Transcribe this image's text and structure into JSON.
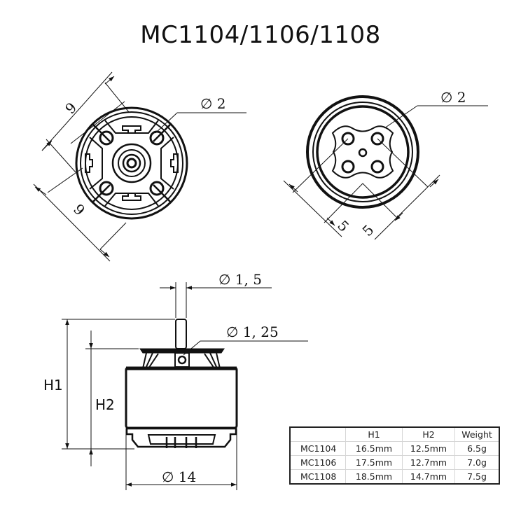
{
  "title": "MC1104/1106/1108",
  "bottom_view": {
    "dim_top": "9",
    "dim_bottom": "9",
    "hole_label": "∅ 2"
  },
  "top_view": {
    "hole_label": "∅ 2",
    "dim_left": "5",
    "dim_right": "5"
  },
  "side_view": {
    "shaft_label": "∅ 1, 5",
    "screw_label": "∅ 1, 25",
    "body_label": "∅ 14",
    "h1_label": "H1",
    "h2_label": "H2"
  },
  "spec_table": {
    "headers": [
      "",
      "H1",
      "H2",
      "Weight"
    ],
    "rows": [
      {
        "model": "MC1104",
        "h1": "16.5mm",
        "h2": "12.5mm",
        "weight": "6.5g"
      },
      {
        "model": "MC1106",
        "h1": "17.5mm",
        "h2": "12.7mm",
        "weight": "7.0g"
      },
      {
        "model": "MC1108",
        "h1": "18.5mm",
        "h2": "14.7mm",
        "weight": "7.5g"
      }
    ]
  }
}
